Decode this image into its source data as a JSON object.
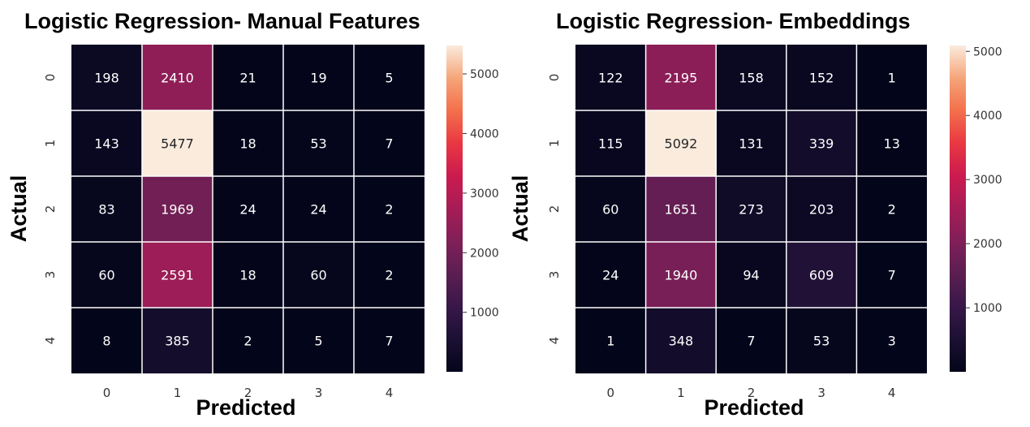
{
  "chart_data": [
    {
      "type": "heatmap",
      "title": "Logistic Regression- Manual Features",
      "xlabel": "Predicted",
      "ylabel": "Actual",
      "x_categories": [
        "0",
        "1",
        "2",
        "3",
        "4"
      ],
      "y_categories": [
        "0",
        "1",
        "2",
        "3",
        "4"
      ],
      "values": [
        [
          198,
          2410,
          21,
          19,
          5
        ],
        [
          143,
          5477,
          18,
          53,
          7
        ],
        [
          83,
          1969,
          24,
          24,
          2
        ],
        [
          60,
          2591,
          18,
          60,
          2
        ],
        [
          8,
          385,
          2,
          5,
          7
        ]
      ],
      "colorbar": {
        "ticks": [
          1000,
          2000,
          3000,
          4000,
          5000
        ],
        "tick_labels": [
          "1000",
          "2000",
          "3000",
          "4000",
          "5000"
        ],
        "range": [
          2,
          5477
        ],
        "colormap": "rocket"
      },
      "grid": true
    },
    {
      "type": "heatmap",
      "title": "Logistic Regression- Embeddings",
      "xlabel": "Predicted",
      "ylabel": "Actual",
      "x_categories": [
        "0",
        "1",
        "2",
        "3",
        "4"
      ],
      "y_categories": [
        "0",
        "1",
        "2",
        "3",
        "4"
      ],
      "values": [
        [
          122,
          2195,
          158,
          152,
          1
        ],
        [
          115,
          5092,
          131,
          339,
          13
        ],
        [
          60,
          1651,
          273,
          203,
          2
        ],
        [
          24,
          1940,
          94,
          609,
          7
        ],
        [
          1,
          348,
          7,
          53,
          3
        ]
      ],
      "colorbar": {
        "ticks": [
          1000,
          2000,
          3000,
          4000,
          5000
        ],
        "tick_labels": [
          "1000",
          "2000",
          "3000",
          "4000",
          "5000"
        ],
        "range": [
          1,
          5092
        ],
        "colormap": "rocket"
      },
      "grid": true
    }
  ]
}
